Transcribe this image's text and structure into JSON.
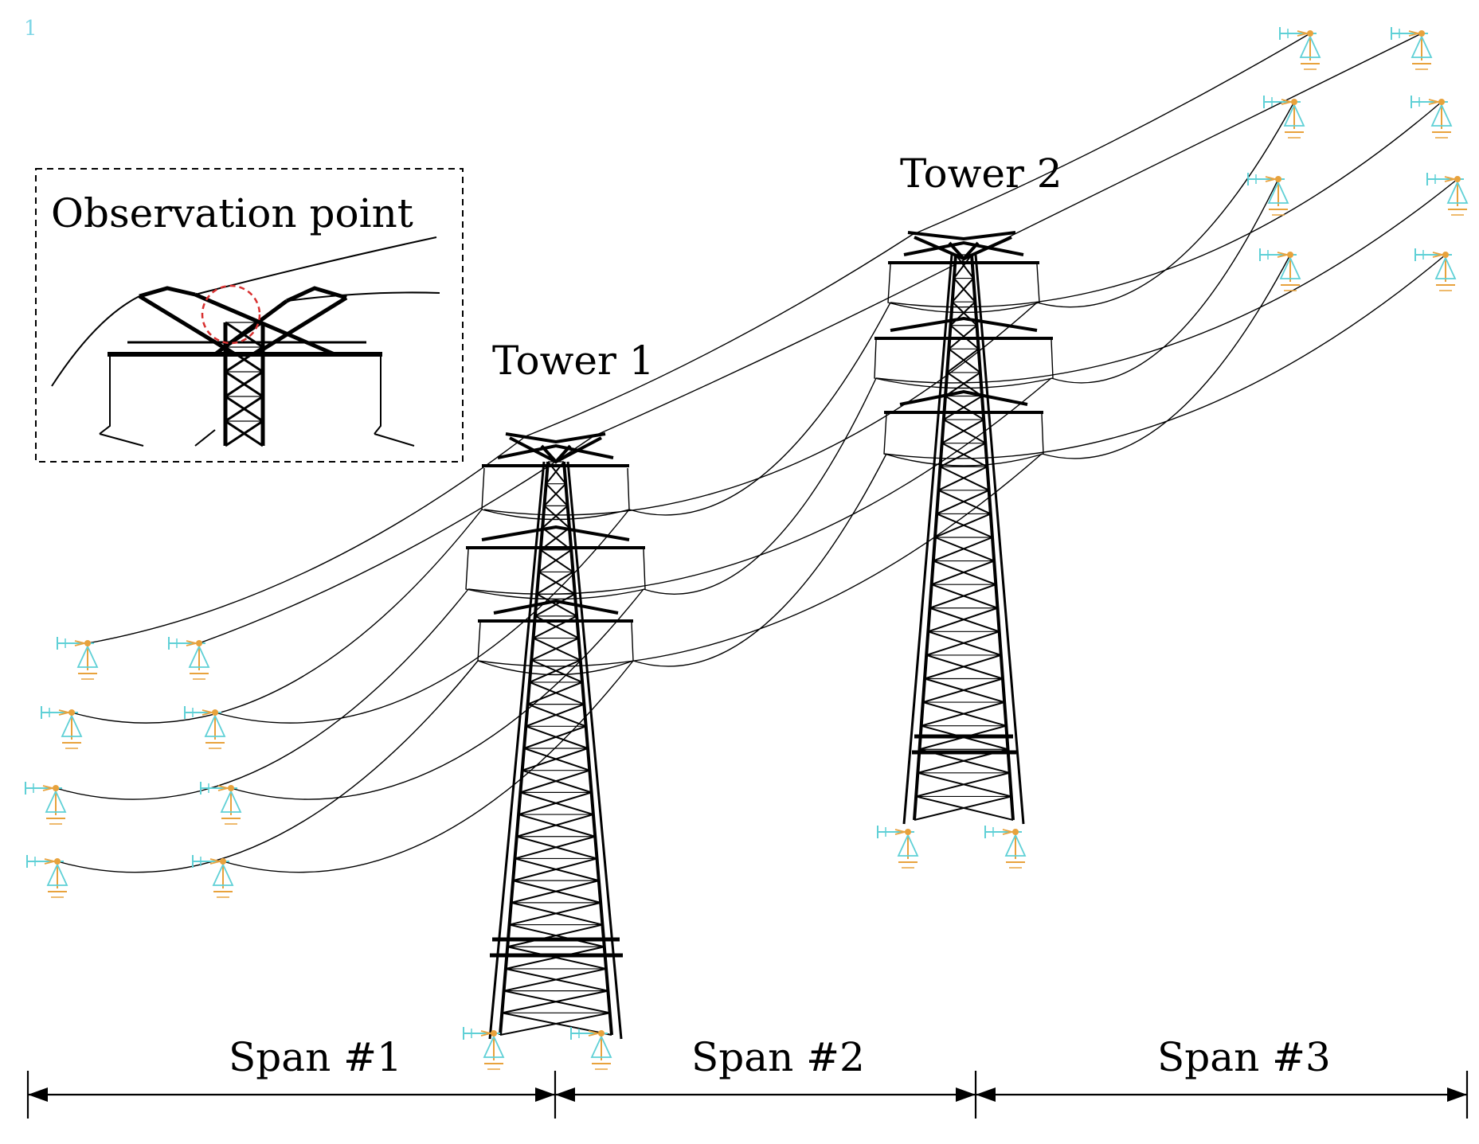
{
  "figure_marker": "1",
  "inset": {
    "title": "Observation point"
  },
  "towers": [
    {
      "label": "Tower 1"
    },
    {
      "label": "Tower 2"
    }
  ],
  "spans": [
    {
      "label": "Span #1"
    },
    {
      "label": "Span #2"
    },
    {
      "label": "Span #3"
    }
  ],
  "colors": {
    "line": "#000000",
    "support_orange": "#e8a23c",
    "support_cyan": "#5fd0d6",
    "observation_marker": "#d83030"
  }
}
